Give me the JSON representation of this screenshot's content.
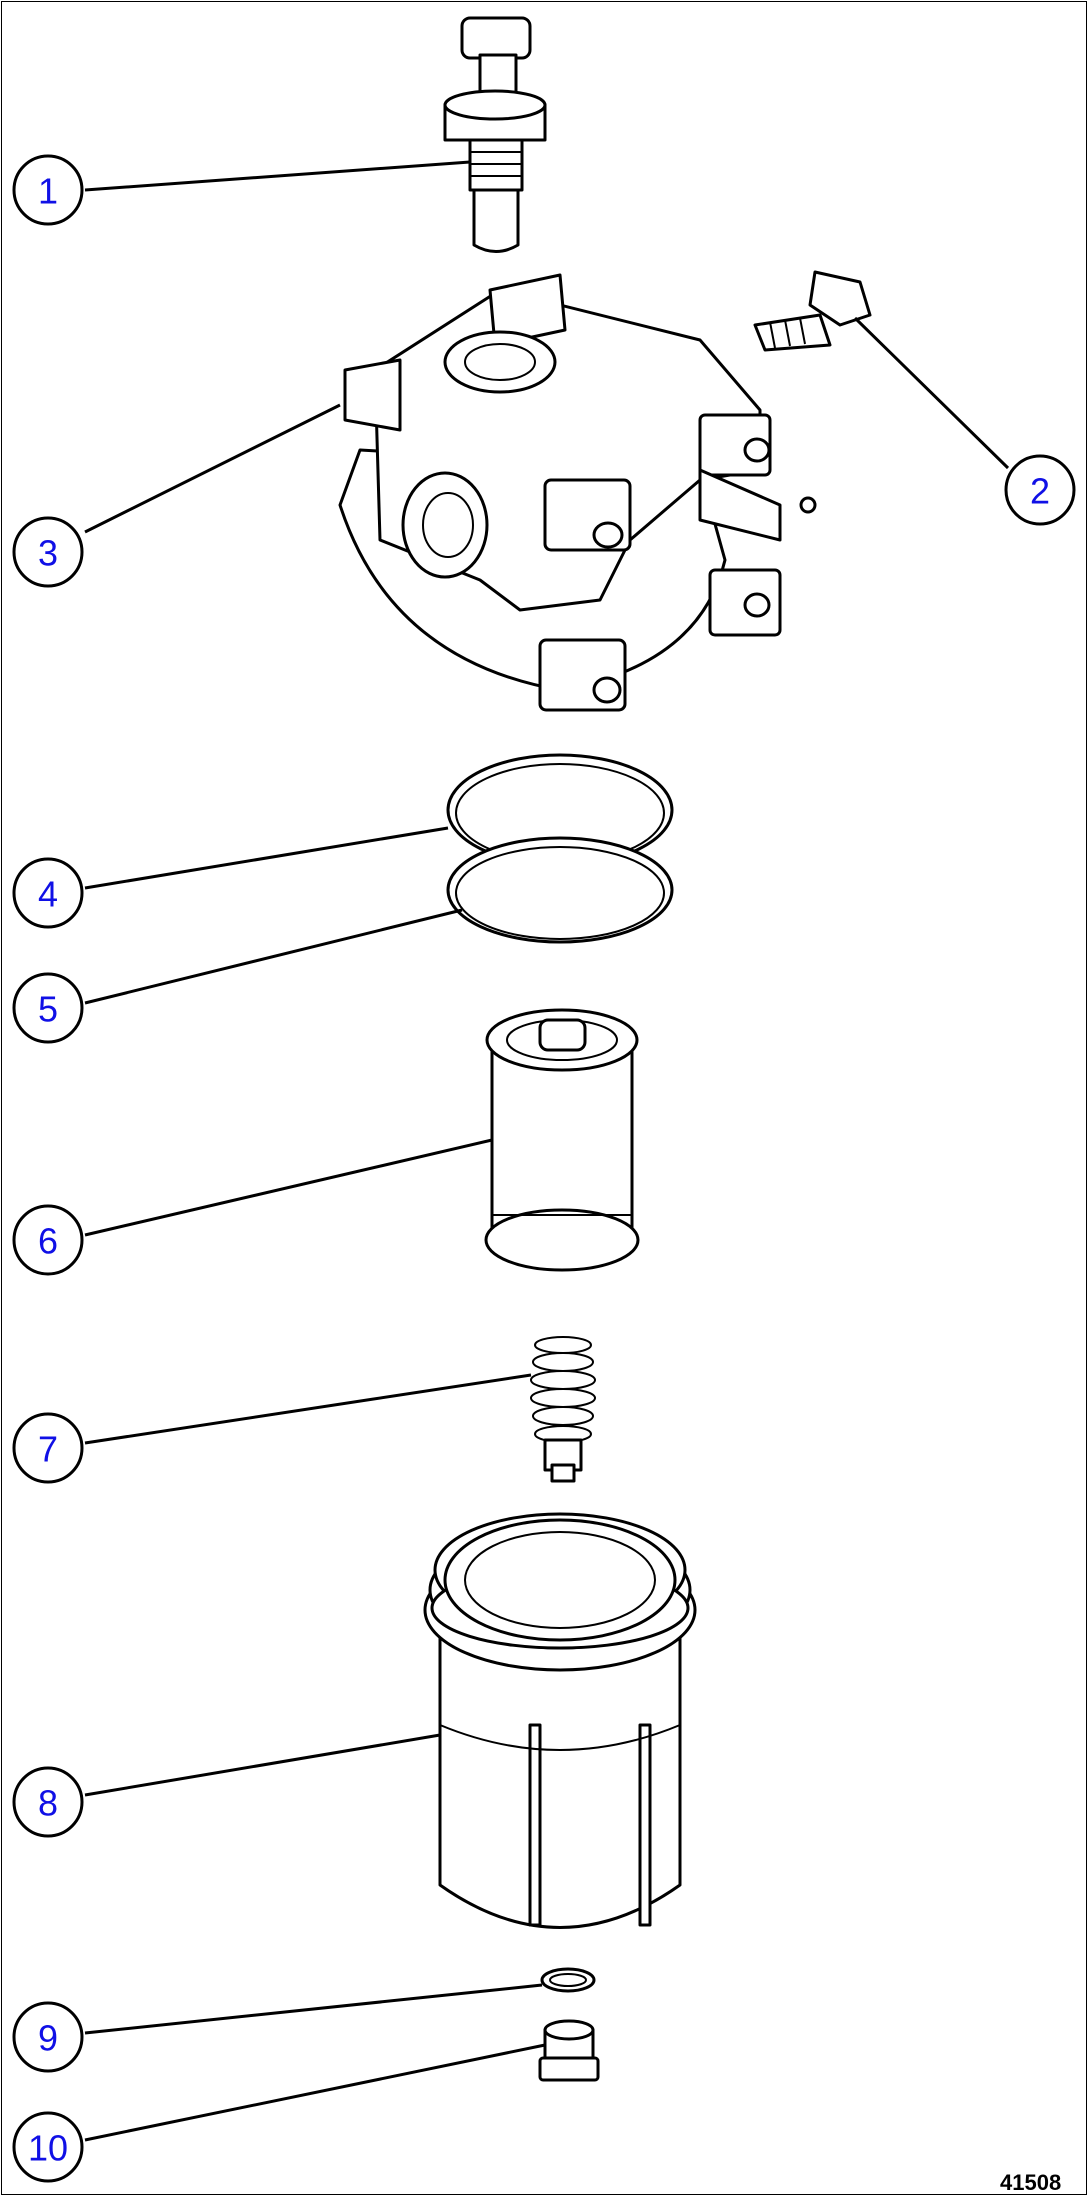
{
  "colors": {
    "callout_text": "#1010e6",
    "line": "#000000",
    "background": "#ffffff"
  },
  "callouts": [
    {
      "label": "1",
      "part": "air-bleed-plug"
    },
    {
      "label": "2",
      "part": "fitting"
    },
    {
      "label": "3",
      "part": "filter-head"
    },
    {
      "label": "4",
      "part": "o-ring"
    },
    {
      "label": "5",
      "part": "o-ring"
    },
    {
      "label": "6",
      "part": "filter-element"
    },
    {
      "label": "7",
      "part": "spring"
    },
    {
      "label": "8",
      "part": "filter-bowl"
    },
    {
      "label": "9",
      "part": "o-ring"
    },
    {
      "label": "10",
      "part": "drain-plug"
    }
  ],
  "figure_code": "41508"
}
